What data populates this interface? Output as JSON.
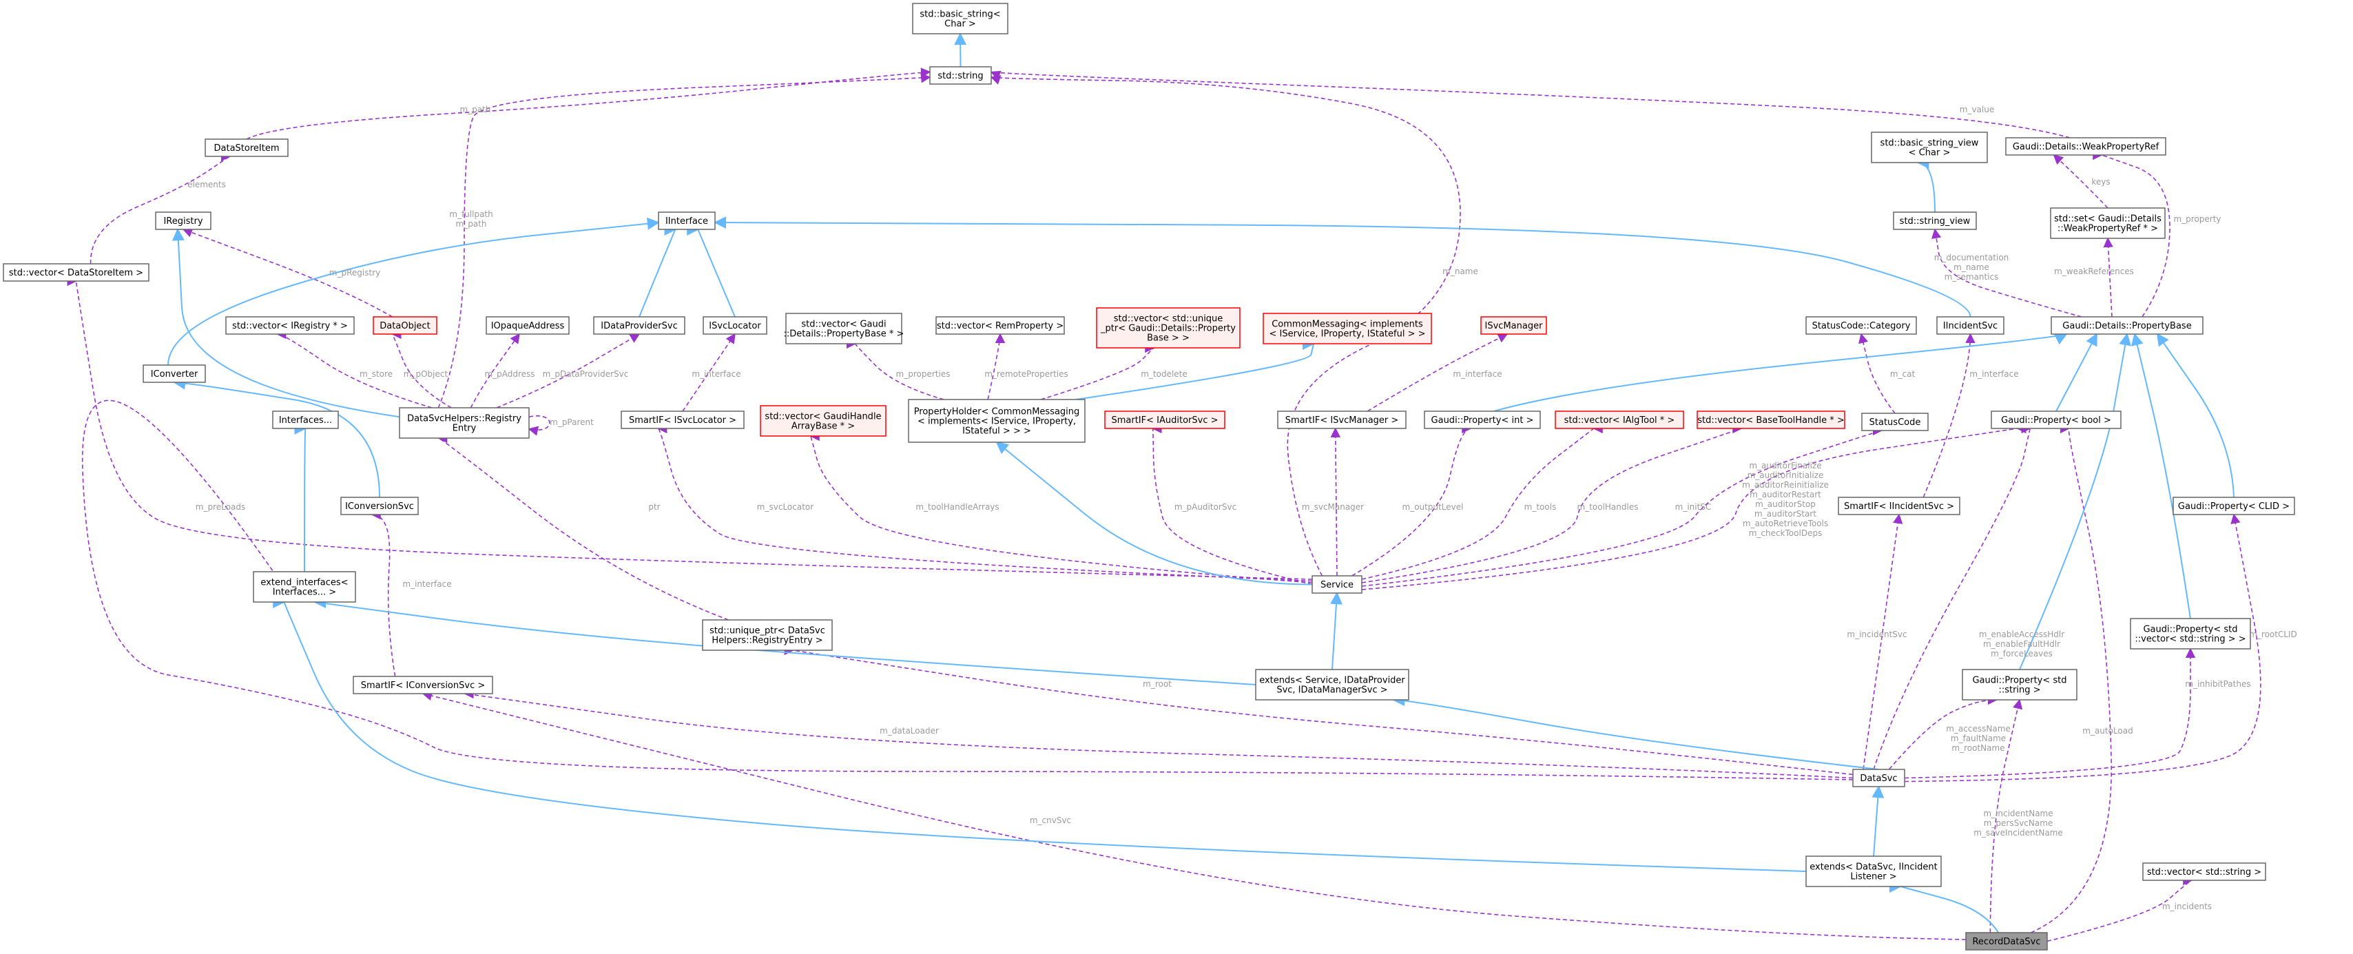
{
  "diagram": {
    "nodes": {
      "basic_string": {
        "lines": [
          "std::basic_string<",
          "Char >"
        ],
        "style": "normal"
      },
      "std_string": {
        "lines": [
          "std::string"
        ],
        "style": "normal"
      },
      "data_store_item": {
        "lines": [
          "DataStoreItem"
        ],
        "style": "normal"
      },
      "vector_datastoreitem": {
        "lines": [
          "std::vector< DataStoreItem >"
        ],
        "style": "normal"
      },
      "iregistry": {
        "lines": [
          "IRegistry"
        ],
        "style": "normal"
      },
      "iinterface": {
        "lines": [
          "IInterface"
        ],
        "style": "normal"
      },
      "vector_iregistry": {
        "lines": [
          "std::vector< IRegistry * >"
        ],
        "style": "normal"
      },
      "dataobject": {
        "lines": [
          "DataObject"
        ],
        "style": "red"
      },
      "iopaqueaddress": {
        "lines": [
          "IOpaqueAddress"
        ],
        "style": "normal"
      },
      "idataprovidersvc": {
        "lines": [
          "IDataProviderSvc"
        ],
        "style": "normal"
      },
      "isvclocator": {
        "lines": [
          "ISvcLocator"
        ],
        "style": "normal"
      },
      "iconverter": {
        "lines": [
          "IConverter"
        ],
        "style": "normal"
      },
      "registry_entry": {
        "lines": [
          "DataSvcHelpers::Registry",
          "Entry"
        ],
        "style": "normal"
      },
      "smartif_isvclocator": {
        "lines": [
          "SmartIF< ISvcLocator >"
        ],
        "style": "normal"
      },
      "vector_propertybase": {
        "lines": [
          "std::vector< Gaudi",
          "::Details::PropertyBase * >"
        ],
        "style": "normal"
      },
      "vector_remproperty": {
        "lines": [
          "std::vector< RemProperty >"
        ],
        "style": "normal"
      },
      "vector_unique_ptr": {
        "lines": [
          "std::vector< std::unique",
          "_ptr< Gaudi::Details::Property",
          "Base > >"
        ],
        "style": "red"
      },
      "commonmessaging": {
        "lines": [
          "CommonMessaging< implements",
          "< IService, IProperty, IStateful > >"
        ],
        "style": "red"
      },
      "isvcmanager": {
        "lines": [
          "ISvcManager"
        ],
        "style": "red"
      },
      "vector_gaudihandle": {
        "lines": [
          "std::vector< GaudiHandle",
          "ArrayBase * >"
        ],
        "style": "red"
      },
      "propertyholder": {
        "lines": [
          "PropertyHolder< CommonMessaging",
          "< implements< IService, IProperty,",
          "IStateful > > >"
        ],
        "style": "normal"
      },
      "smartif_iauditorsvc": {
        "lines": [
          "SmartIF< IAuditorSvc >"
        ],
        "style": "red"
      },
      "smartif_isvcmanager": {
        "lines": [
          "SmartIF< ISvcManager >"
        ],
        "style": "normal"
      },
      "property_int": {
        "lines": [
          "Gaudi::Property< int >"
        ],
        "style": "normal"
      },
      "vector_ialgtool": {
        "lines": [
          "std::vector< IAlgTool * >"
        ],
        "style": "red"
      },
      "vector_basetoolhandle": {
        "lines": [
          "std::vector< BaseToolHandle * >"
        ],
        "style": "red"
      },
      "interfaces": {
        "lines": [
          "Interfaces..."
        ],
        "style": "normal"
      },
      "iconversionsvc": {
        "lines": [
          "IConversionSvc"
        ],
        "style": "normal"
      },
      "extend_interfaces": {
        "lines": [
          "extend_interfaces<",
          "Interfaces... >"
        ],
        "style": "normal"
      },
      "service": {
        "lines": [
          "Service"
        ],
        "style": "normal"
      },
      "unique_ptr_registry": {
        "lines": [
          "std::unique_ptr< DataSvc",
          "Helpers::RegistryEntry >"
        ],
        "style": "normal"
      },
      "smartif_iconversionsvc": {
        "lines": [
          "SmartIF< IConversionSvc >"
        ],
        "style": "normal"
      },
      "extends_service": {
        "lines": [
          "extends< Service, IDataProvider",
          "Svc, IDataManagerSvc >"
        ],
        "style": "normal"
      },
      "basic_string_view": {
        "lines": [
          "std::basic_string_view",
          "< Char >"
        ],
        "style": "normal"
      },
      "weakpropertyref": {
        "lines": [
          "Gaudi::Details::WeakPropertyRef"
        ],
        "style": "normal"
      },
      "string_view": {
        "lines": [
          "std::string_view"
        ],
        "style": "normal"
      },
      "set_weakpropertyref": {
        "lines": [
          "std::set< Gaudi::Details",
          "::WeakPropertyRef * >"
        ],
        "style": "normal"
      },
      "statuscode_category": {
        "lines": [
          "StatusCode::Category"
        ],
        "style": "normal"
      },
      "iincidentsvc": {
        "lines": [
          "IIncidentSvc"
        ],
        "style": "normal"
      },
      "propertybase": {
        "lines": [
          "Gaudi::Details::PropertyBase"
        ],
        "style": "normal"
      },
      "statuscode": {
        "lines": [
          "StatusCode"
        ],
        "style": "normal"
      },
      "property_bool": {
        "lines": [
          "Gaudi::Property< bool >"
        ],
        "style": "normal"
      },
      "smartif_iincidentsvc": {
        "lines": [
          "SmartIF< IIncidentSvc >"
        ],
        "style": "normal"
      },
      "property_clid": {
        "lines": [
          "Gaudi::Property< CLID >"
        ],
        "style": "normal"
      },
      "property_vector_string": {
        "lines": [
          "Gaudi::Property< std",
          "::vector< std::string > >"
        ],
        "style": "normal"
      },
      "property_string": {
        "lines": [
          "Gaudi::Property< std",
          "::string >"
        ],
        "style": "normal"
      },
      "datasvc": {
        "lines": [
          "DataSvc"
        ],
        "style": "normal"
      },
      "extends_datasvc": {
        "lines": [
          "extends< DataSvc, IIncident",
          "Listener >"
        ],
        "style": "normal"
      },
      "vector_string": {
        "lines": [
          "std::vector< std::string >"
        ],
        "style": "normal"
      },
      "recorddatasvc": {
        "lines": [
          "RecordDataSvc"
        ],
        "style": "gray"
      }
    },
    "edge_labels": {
      "m_path": [
        "m_path"
      ],
      "m_fullpath": [
        "m_fullpath",
        "m_path"
      ],
      "m_name": [
        "m_name"
      ],
      "m_value": [
        "m_value"
      ],
      "elements": [
        "elements"
      ],
      "m_pRegistry": [
        "m_pRegistry"
      ],
      "m_store": [
        "m_store"
      ],
      "m_pObject": [
        "m_pObject"
      ],
      "m_pAddress": [
        "m_pAddress"
      ],
      "m_pDataProviderSvc": [
        "m_pDataProviderSvc"
      ],
      "m_interface_loc": [
        "m_interface"
      ],
      "m_pParent": [
        "m_pParent"
      ],
      "m_properties": [
        "m_properties"
      ],
      "m_remoteProperties": [
        "m_remoteProperties"
      ],
      "m_todelete": [
        "m_todelete"
      ],
      "m_interface_mgr": [
        "m_interface"
      ],
      "m_preLoads": [
        "m_preLoads"
      ],
      "ptr": [
        "ptr"
      ],
      "m_svcLocator": [
        "m_svcLocator"
      ],
      "m_toolHandleArrays": [
        "m_toolHandleArrays"
      ],
      "m_pAuditorSvc": [
        "m_pAuditorSvc"
      ],
      "m_svcManager": [
        "m_svcManager"
      ],
      "m_outputLevel": [
        "m_outputLevel"
      ],
      "m_tools": [
        "m_tools"
      ],
      "m_toolHandles": [
        "m_toolHandles"
      ],
      "m_initSC": [
        "m_initSC"
      ],
      "m_auditor_flags": [
        "m_auditorFinalize",
        "m_auditorInitialize",
        "m_auditorReinitialize",
        "m_auditorRestart",
        "m_auditorStop",
        "m_auditorStart",
        "m_autoRetrieveTools",
        "m_checkToolDeps"
      ],
      "m_interface_conv": [
        "m_interface"
      ],
      "m_root": [
        "m_root"
      ],
      "m_dataLoader": [
        "m_dataLoader"
      ],
      "m_cnvSvc": [
        "m_cnvSvc"
      ],
      "keys": [
        "keys"
      ],
      "m_property": [
        "m_property"
      ],
      "m_weakReferences": [
        "m_weakReferences"
      ],
      "m_documentation": [
        "m_documentation",
        "m_name",
        "m_semantics"
      ],
      "m_cat": [
        "m_cat"
      ],
      "m_interface_inc": [
        "m_interface"
      ],
      "m_incidentSvc": [
        "m_incidentSvc"
      ],
      "m_enable": [
        "m_enableAccessHdlr",
        "m_enableFaultHdlr",
        "m_forceLeaves"
      ],
      "m_accessName": [
        "m_accessName",
        "m_faultName",
        "m_rootName"
      ],
      "m_autoLoad": [
        "m_autoLoad"
      ],
      "m_inhibitPathes": [
        "m_inhibitPathes"
      ],
      "m_rootCLID": [
        "m_rootCLID"
      ],
      "m_incidentName": [
        "m_incidentName",
        "m_persSvcName",
        "m_saveIncidentName"
      ],
      "m_incidents": [
        "m_incidents"
      ]
    },
    "colors": {
      "inheritance_edge": "#63b8ff",
      "usage_edge": "#9a32cd",
      "edge_label": "#9a9a9a",
      "node_border": "#666666",
      "highlight_border": "#ff0000",
      "focus_node_fill": "#999999"
    }
  }
}
